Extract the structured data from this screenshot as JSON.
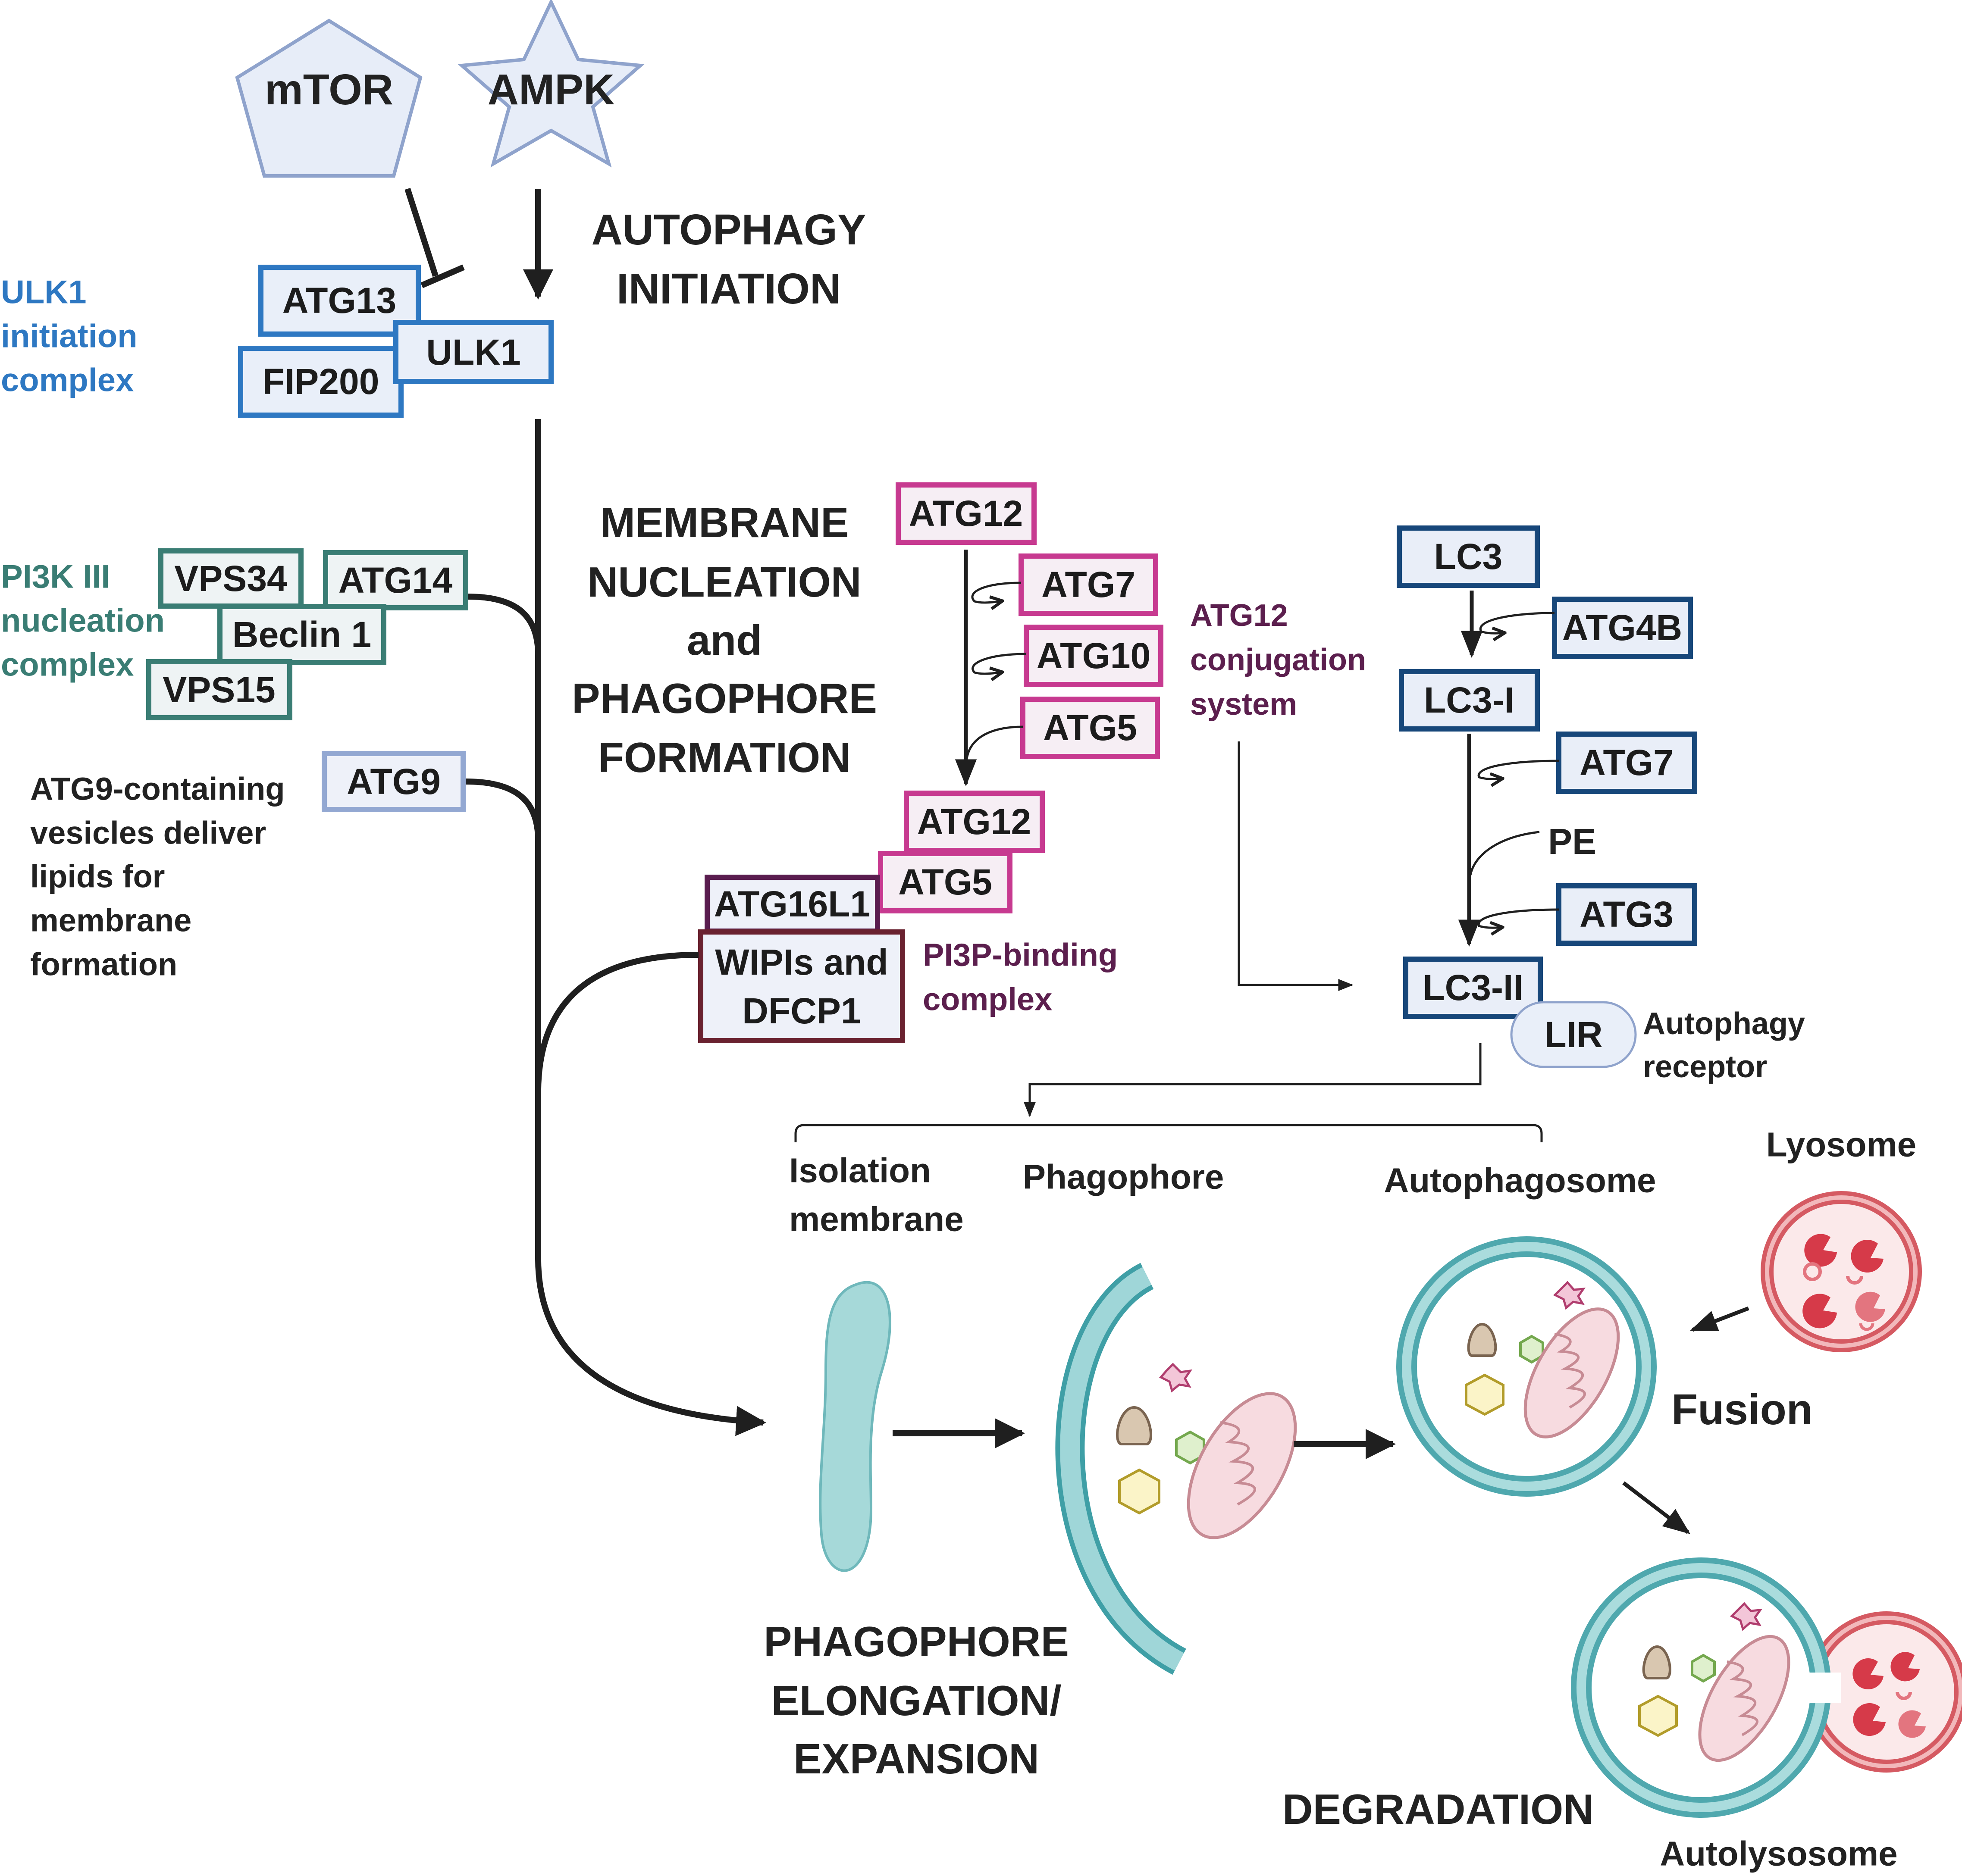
{
  "upstream": {
    "mtor": "mTOR",
    "ampk": "AMPK"
  },
  "stages": {
    "initiation": [
      "AUTOPHAGY",
      "INITIATION"
    ],
    "nucleation": [
      "MEMBRANE",
      "NUCLEATION",
      "and",
      "PHAGOPHORE",
      "FORMATION"
    ],
    "elongation": [
      "PHAGOPHORE",
      "ELONGATION/",
      "EXPANSION"
    ],
    "degradation": "DEGRADATION"
  },
  "complex_labels": {
    "ulk1": [
      "ULK1",
      "initiation",
      "complex"
    ],
    "pi3k": [
      "PI3K III",
      "nucleation",
      "complex"
    ],
    "atg9": [
      "ATG9-containing",
      "vesicles deliver",
      "lipids for",
      "membrane",
      "formation"
    ],
    "atg12_conj": [
      "ATG12",
      "conjugation",
      "system"
    ],
    "pi3p": [
      "PI3P-binding",
      "complex"
    ],
    "autophagy_receptor": [
      "Autophagy",
      "receptor"
    ]
  },
  "boxes": {
    "atg13": "ATG13",
    "ulk1": "ULK1",
    "fip200": "FIP200",
    "vps34": "VPS34",
    "atg14": "ATG14",
    "beclin1": "Beclin 1",
    "vps15": "VPS15",
    "atg9": "ATG9",
    "atg12_top": "ATG12",
    "atg7_mag": "ATG7",
    "atg10": "ATG10",
    "atg5_mag": "ATG5",
    "atg12_low": "ATG12",
    "atg5_low": "ATG5",
    "atg16l1": "ATG16L1",
    "wipis": [
      "WIPIs and",
      "DFCP1"
    ],
    "lc3": "LC3",
    "atg4b": "ATG4B",
    "lc3_i": "LC3-I",
    "atg7_navy": "ATG7",
    "atg3": "ATG3",
    "lc3_ii": "LC3-II",
    "lir": "LIR"
  },
  "pe": "PE",
  "structures": {
    "isolation_membrane": [
      "Isolation",
      "membrane"
    ],
    "phagophore": "Phagophore",
    "autophagosome": "Autophagosome",
    "lysosome": "Lyosome",
    "fusion": "Fusion",
    "autolysosome": "Autolysosome"
  },
  "colors": {
    "ulk1_blue": "#2e78c2",
    "pi3k_teal": "#3a7d74",
    "atg9_lavender": "#93a8d2",
    "atg12_magenta": "#c73a90",
    "conjugation_text": "#5c1f4e",
    "lc3_navy": "#17477a",
    "membrane_teal": "#5fb3b8",
    "lysosome_red": "#d55a62"
  }
}
